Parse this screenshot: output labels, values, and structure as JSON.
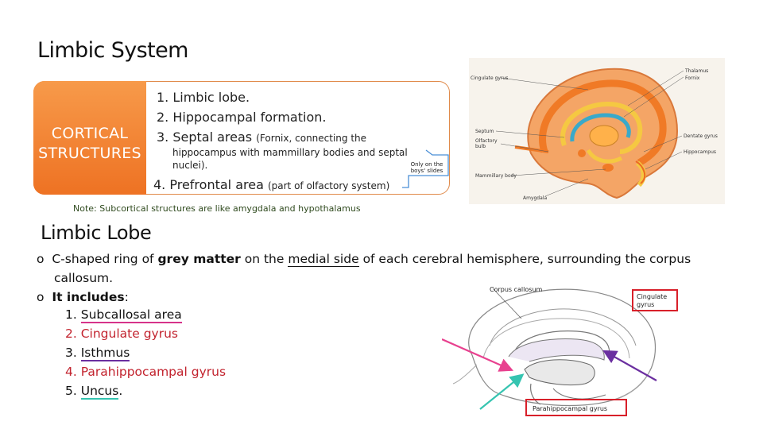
{
  "slide": {
    "title": "Limbic System",
    "cortical": {
      "label_line1": "CORTICAL",
      "label_line2": "STRUCTURES",
      "items": [
        {
          "number": "1.",
          "text": "Limbic lobe."
        },
        {
          "number": "2.",
          "text": "Hippocampal formation."
        },
        {
          "number": "3.",
          "text": "Septal areas",
          "detail": "(Fornix, connecting the",
          "detail_line2": "hippocampus with mammillary bodies and septal",
          "detail_line3": "nuclei)."
        },
        {
          "number": "4.",
          "text": "Prefrontal area",
          "detail": "(part of olfactory system)"
        }
      ],
      "boys_note_line1": "Only on the",
      "boys_note_line2": "boys' slides"
    },
    "note": "Note: Subcortical structures are like amygdala and hypothalamus",
    "lobe": {
      "title": "Limbic Lobe",
      "bullet1_part1": "C-shaped ring of",
      "bullet1_bold": "grey matter",
      "bullet1_part2": "on the",
      "bullet1_medial": "medial side",
      "bullet1_part3": "of each cerebral hemisphere, surrounding the corpus",
      "bullet1_line2": "callosum.",
      "bullet2_label": "It includes",
      "bullet2_colon": ":",
      "bullet_marker": "o",
      "items": [
        {
          "number": "1.",
          "text": "Subcallosal area"
        },
        {
          "number": "2.",
          "text": "Cingulate gyrus"
        },
        {
          "number": "3.",
          "text": "Isthmus"
        },
        {
          "number": "4.",
          "text": "Parahippocampal gyrus"
        },
        {
          "number": "5.",
          "text": "Uncus"
        }
      ],
      "item5_suffix": "."
    },
    "brain_top_labels": {
      "cingulate": "Cingulate gyrus",
      "thalamus": "Thalamus",
      "fornix": "Fornix",
      "septum": "Septum",
      "olfactory1": "Olfactory",
      "olfactory2": "bulb",
      "dentate": "Dentate gyrus",
      "hippocampus": "Hippocampus",
      "mammillary": "Mammillary body",
      "amygdala": "Amygdala"
    },
    "brain_bottom_labels": {
      "corpus": "Corpus callosum",
      "cingulate1": "Cingulate",
      "cingulate2": "gyrus",
      "parahippocampal": "Parahippocampal gyrus"
    },
    "colors": {
      "accent_orange": "#ee7223",
      "red_text": "#c2232e",
      "pink_arrow": "#e8418f",
      "purple_arrow": "#6b2fa0",
      "teal_arrow": "#35c4b0",
      "label_box_red": "#d8202a"
    }
  }
}
